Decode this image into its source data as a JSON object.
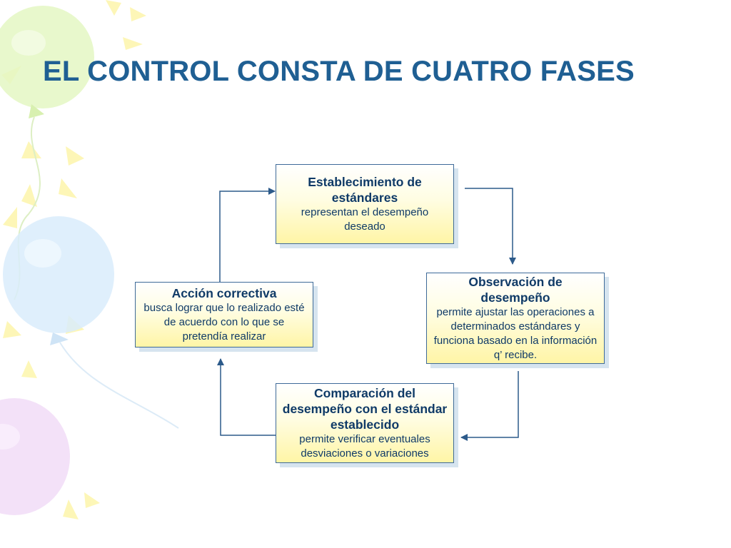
{
  "title": "EL CONTROL CONSTA DE CUATRO FASES",
  "colors": {
    "title": "#1f5f93",
    "box_border": "#3e6a98",
    "box_text": "#0f3a67",
    "box_fill_top": "#ffffff",
    "box_fill_bottom": "#fff5a6",
    "arrow": "#2c5a8a"
  },
  "phases": [
    {
      "heading": "Establecimiento de estándares",
      "description": "representan el desempeño deseado"
    },
    {
      "heading": "Observación de desempeño",
      "description": "permite ajustar las operaciones a determinados estándares y funciona basado en la información q’ recibe."
    },
    {
      "heading": "Comparación del desempeño con el estándar establecido",
      "description": "permite verificar eventuales desviaciones o variaciones"
    },
    {
      "heading": "Acción correctiva",
      "description": "busca lograr que lo realizado esté de acuerdo con lo que se pretendía realizar"
    }
  ],
  "flow": [
    {
      "from": 0,
      "to": 1
    },
    {
      "from": 1,
      "to": 2
    },
    {
      "from": 2,
      "to": 3
    },
    {
      "from": 3,
      "to": 0
    }
  ]
}
